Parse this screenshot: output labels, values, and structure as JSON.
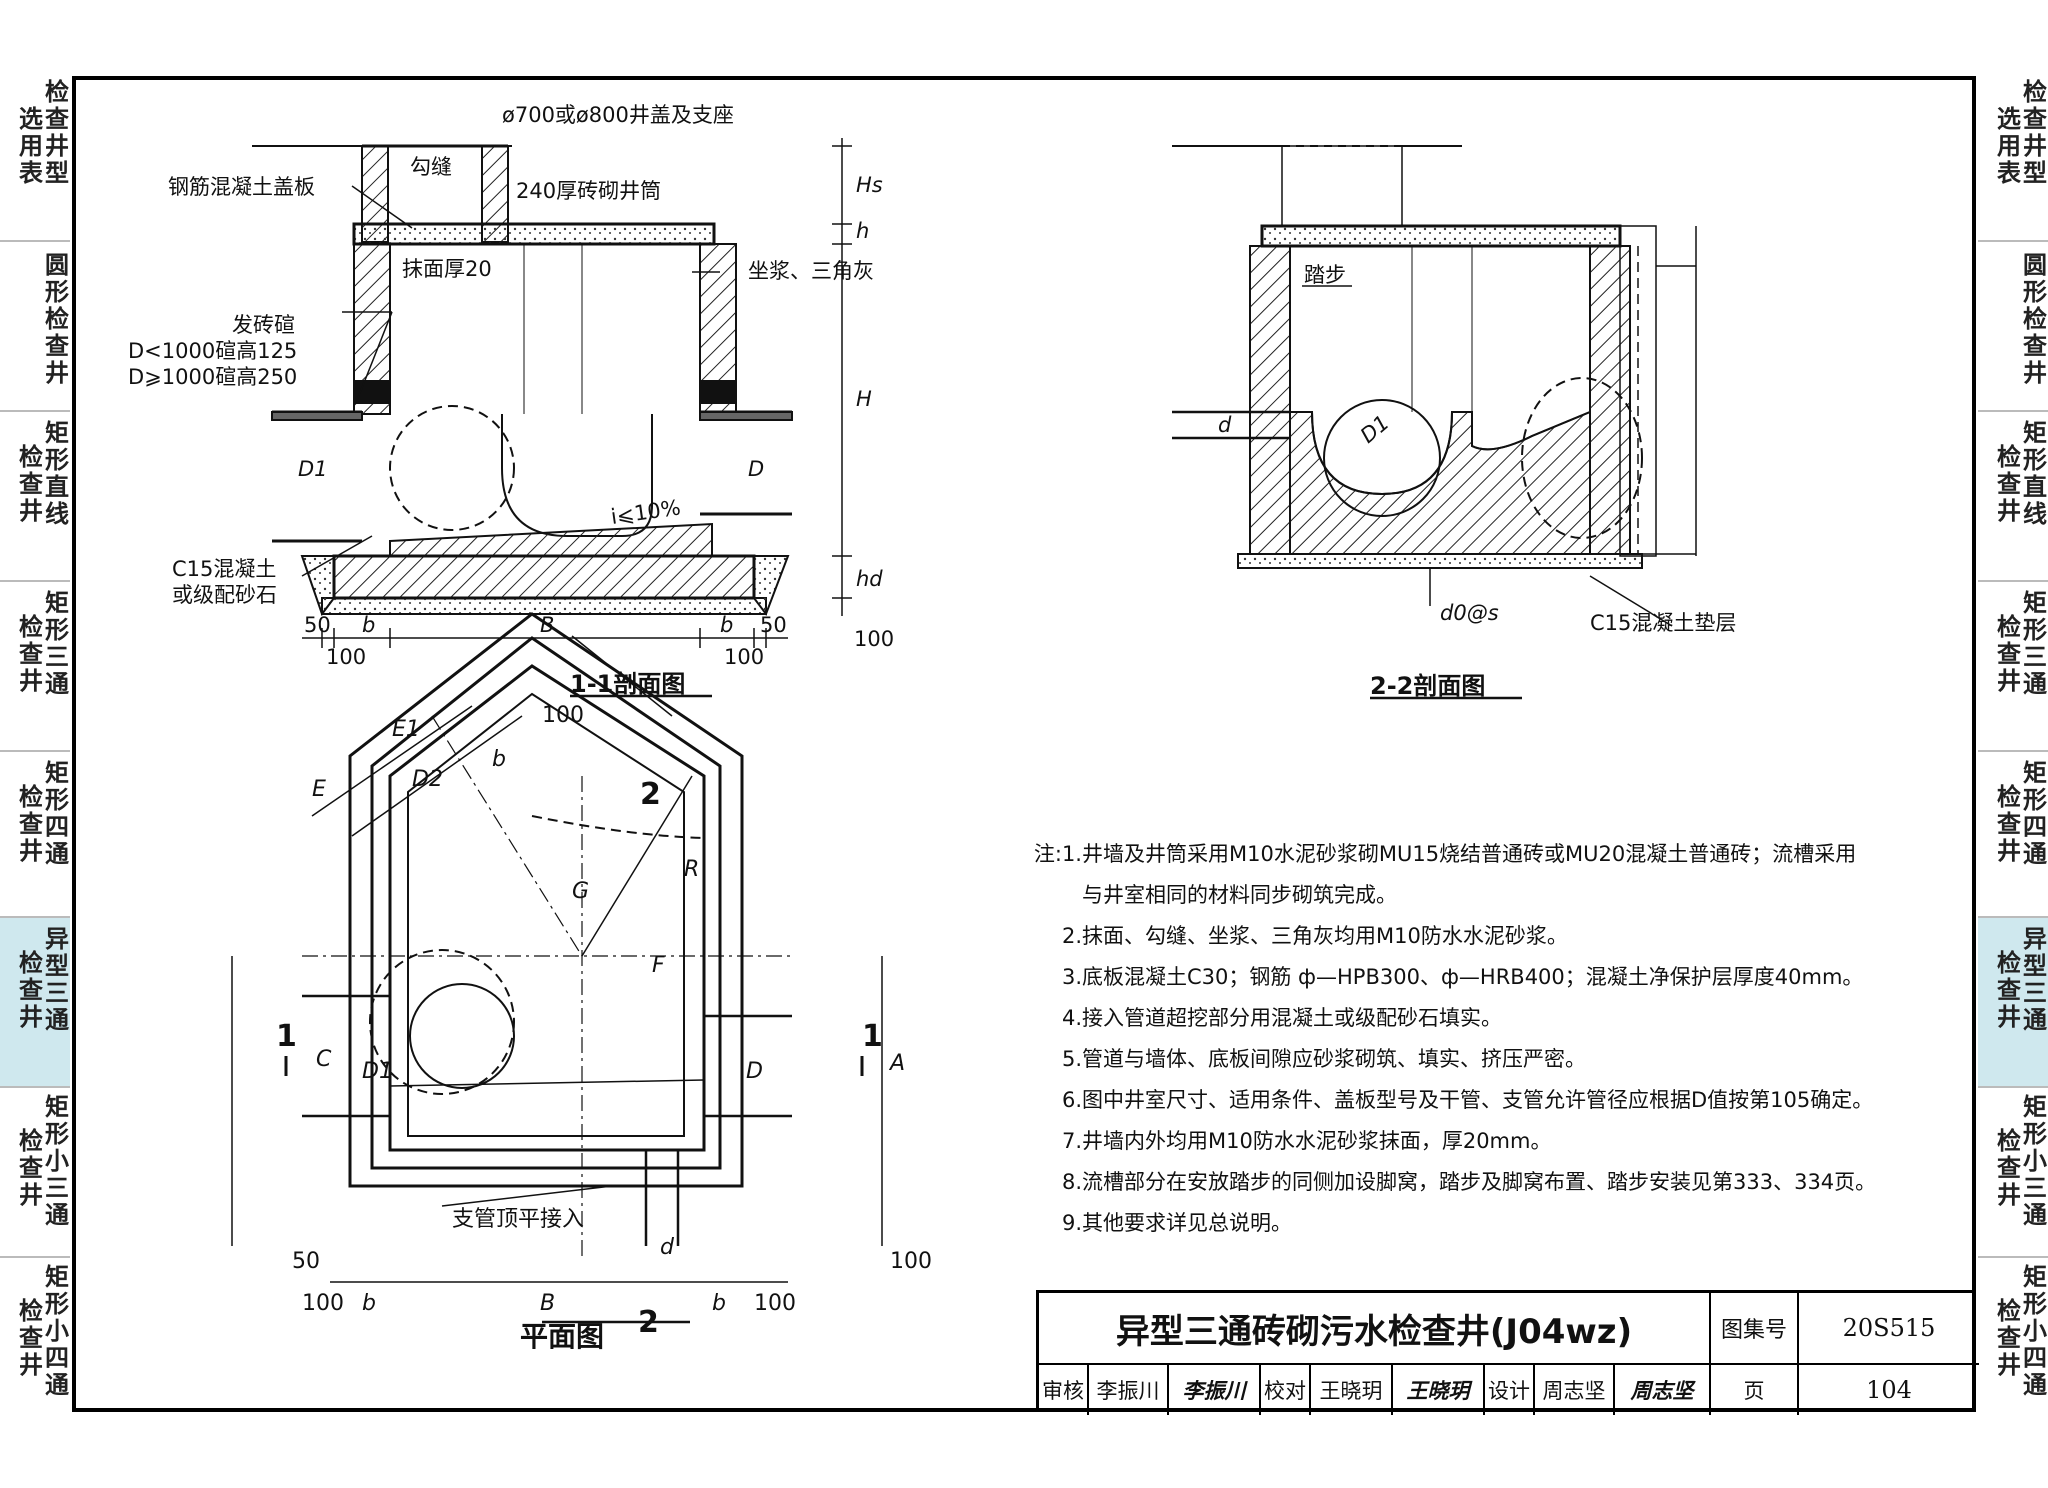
{
  "left_tabs": [
    {
      "a": "选用表",
      "b": "检查井型"
    },
    {
      "a": "",
      "b": "圆形检查井"
    },
    {
      "a": "检查井",
      "b": "矩形直线"
    },
    {
      "a": "检查井",
      "b": "矩形三通"
    },
    {
      "a": "检查井",
      "b": "矩形四通"
    },
    {
      "a": "检查井",
      "b": "异型三通"
    },
    {
      "a": "检查井",
      "b": "矩形小三通"
    },
    {
      "a": "检查井",
      "b": "矩形小四通"
    }
  ],
  "right_tabs": [
    {
      "a": "选用表",
      "b": "检查井型"
    },
    {
      "a": "",
      "b": "圆形检查井"
    },
    {
      "a": "检查井",
      "b": "矩形直线"
    },
    {
      "a": "检查井",
      "b": "矩形三通"
    },
    {
      "a": "检查井",
      "b": "矩形四通"
    },
    {
      "a": "检查井",
      "b": "异型三通"
    },
    {
      "a": "检查井",
      "b": "矩形小三通"
    },
    {
      "a": "检查井",
      "b": "矩形小四通"
    }
  ],
  "active_tab_color": "#cfe8ee",
  "section11": {
    "title": "1-1剖面图",
    "cover": "ø700或ø800井盖及支座",
    "joint": "勾缝",
    "shaft": "240厚砖砌井筒",
    "slab": "钢筋混凝土盖板",
    "plaster": "抹面厚20",
    "mortar": "坐浆、三角灰",
    "arch": "发砖碹",
    "arch1": "D<1000碹高125",
    "arch2": "D⩾1000碹高250",
    "fill1": "C15混凝土",
    "fill2": "或级配砂石",
    "slope": "i⩽10%",
    "d1": "D1",
    "d": "D",
    "hs": "Hs",
    "h": "h",
    "H": "H",
    "hd": "hd",
    "d100": "100",
    "d50": "50",
    "b": "b",
    "B": "B"
  },
  "section22": {
    "title": "2-2剖面图",
    "step": "踏步",
    "d1": "D1",
    "d": "d",
    "rebar": "d0@s",
    "cushion": "C15混凝土垫层"
  },
  "plan": {
    "title": "平面图",
    "sec1": "1",
    "sec2": "2",
    "E": "E",
    "E1": "E1",
    "D2": "D2",
    "G": "G",
    "R": "R",
    "F": "F",
    "C": "C",
    "A": "A",
    "D1": "D1",
    "D": "D",
    "d": "d",
    "b": "b",
    "B": "B",
    "d100": "100",
    "d50": "50",
    "branch": "支管顶平接入"
  },
  "notes": [
    {
      "lead": "注:1.",
      "text": "井墙及井筒采用M10水泥砂浆砌MU15烧结普通砖或MU20混凝土普通砖；流槽采用"
    },
    {
      "lead": "",
      "text": "与井室相同的材料同步砌筑完成。"
    },
    {
      "lead": "2.",
      "text": "抹面、勾缝、坐浆、三角灰均用M10防水水泥砂浆。"
    },
    {
      "lead": "3.",
      "text": "底板混凝土C30；钢筋 ф—HPB300、ф—HRB400；混凝土净保护层厚度40mm。"
    },
    {
      "lead": "4.",
      "text": "接入管道超挖部分用混凝土或级配砂石填实。"
    },
    {
      "lead": "5.",
      "text": "管道与墙体、底板间隙应砂浆砌筑、填实、挤压严密。"
    },
    {
      "lead": "6.",
      "text": "图中井室尺寸、适用条件、盖板型号及干管、支管允许管径应根据D值按第105确定。"
    },
    {
      "lead": "7.",
      "text": "井墙内外均用M10防水水泥砂浆抹面，厚20mm。"
    },
    {
      "lead": "8.",
      "text": "流槽部分在安放踏步的同侧加设脚窝，踏步及脚窝布置、踏步安装见第333、334页。"
    },
    {
      "lead": "9.",
      "text": "其他要求详见总说明。"
    }
  ],
  "title_block": {
    "title": "异型三通砖砌污水检查井(J04wz)",
    "atlas_label": "图集号",
    "atlas_no": "20S515",
    "review_label": "审核",
    "reviewer": "李振川",
    "reviewer_sig": "李振川",
    "check_label": "校对",
    "checker": "王晓玥",
    "checker_sig": "王晓玥",
    "design_label": "设计",
    "designer": "周志坚",
    "designer_sig": "周志坚",
    "page_label": "页",
    "page_no": "104"
  }
}
